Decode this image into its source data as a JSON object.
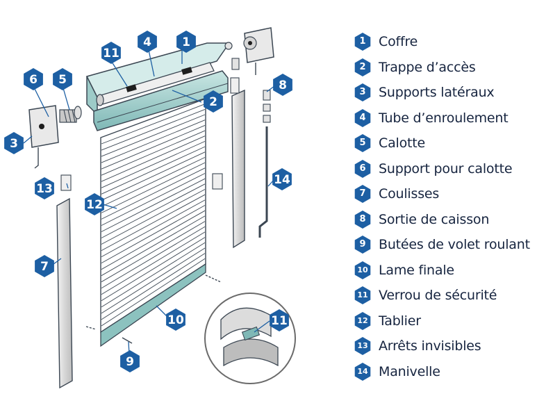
{
  "accent_color": "#1d5fa3",
  "callouts": [
    {
      "number": "1",
      "part": "Coffre"
    },
    {
      "number": "2",
      "part": "Trappe d'accès"
    },
    {
      "number": "3",
      "part": "Supports latéraux"
    },
    {
      "number": "4",
      "part": "Tube d'enroulement"
    },
    {
      "number": "5",
      "part": "Calotte"
    },
    {
      "number": "6",
      "part": "Support pour calotte"
    },
    {
      "number": "7",
      "part": "Coulisses"
    },
    {
      "number": "8",
      "part": "Sortie de caisson"
    },
    {
      "number": "9",
      "part": "Butées de volet roulant"
    },
    {
      "number": "10",
      "part": "Lame finale"
    },
    {
      "number": "11",
      "part": "Verrou de sécurité"
    },
    {
      "number": "12",
      "part": "Tablier"
    },
    {
      "number": "13",
      "part": "Arrêts invisibles"
    },
    {
      "number": "14",
      "part": "Manivelle"
    }
  ],
  "legend": [
    {
      "number": "1",
      "label": "Coffre"
    },
    {
      "number": "2",
      "label": "Trappe d’accès"
    },
    {
      "number": "3",
      "label": "Supports latéraux"
    },
    {
      "number": "4",
      "label": "Tube d’enroulement"
    },
    {
      "number": "5",
      "label": "Calotte"
    },
    {
      "number": "6",
      "label": "Support pour calotte"
    },
    {
      "number": "7",
      "label": "Coulisses"
    },
    {
      "number": "8",
      "label": "Sortie de caisson"
    },
    {
      "number": "9",
      "label": "Butées de volet roulant"
    },
    {
      "number": "10",
      "label": "Lame finale"
    },
    {
      "number": "11",
      "label": "Verrou de sécurité"
    },
    {
      "number": "12",
      "label": "Tablier"
    },
    {
      "number": "13",
      "label": "Arrêts invisibles"
    },
    {
      "number": "14",
      "label": "Manivelle"
    }
  ]
}
